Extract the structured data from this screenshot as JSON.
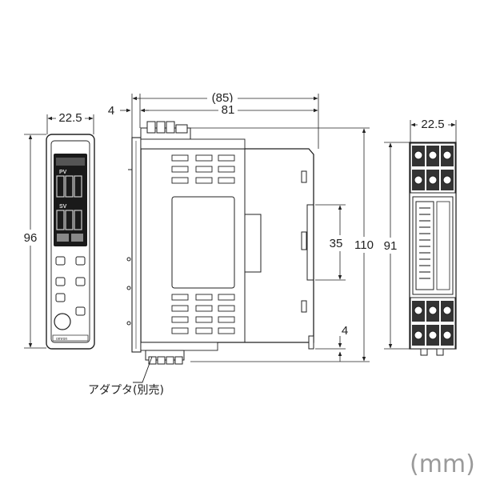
{
  "front_view": {
    "width_label": "22.5",
    "height_label": "96",
    "pv_label": "PV",
    "sv_label": "SV",
    "brand_label": "omron"
  },
  "side_view": {
    "overall_depth_label": "(85)",
    "body_depth_label": "81",
    "front_offset_label": "4",
    "total_height_label": "110",
    "rail_height_label": "35",
    "rail_bottom_label": "4",
    "adapter_label": "アダプタ(別売)"
  },
  "rear_view": {
    "width_label": "22.5",
    "height_label": "91"
  },
  "unit_label": "(mm)",
  "colors": {
    "line": "#222222",
    "panel": "#d9d9d9",
    "display": "#1a1a1a",
    "unit": "#9a9a9a"
  }
}
